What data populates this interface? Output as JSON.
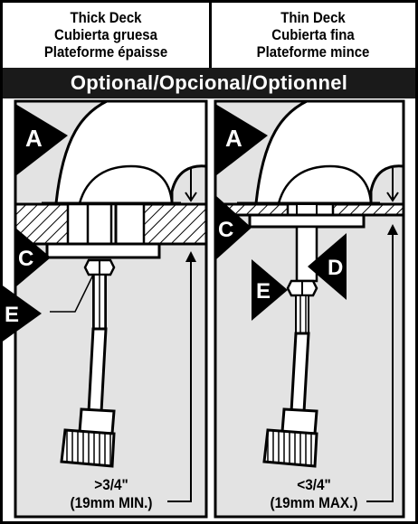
{
  "header": {
    "left": [
      "Thick Deck",
      "Cubierta gruesa",
      "Plateforme épaisse"
    ],
    "right": [
      "Thin Deck",
      "Cubierta fina",
      "Plateforme mince"
    ]
  },
  "band": "Optional/Opcional/Optionnel",
  "left_panel": {
    "labels": {
      "a": "A",
      "c": "C",
      "e": "E"
    },
    "dimension": [
      ">3/4\"",
      "(19mm MIN.)"
    ]
  },
  "right_panel": {
    "labels": {
      "a": "A",
      "c": "C",
      "d": "D",
      "e": "E"
    },
    "dimension": [
      "<3/4\"",
      "(19mm MAX.)"
    ]
  },
  "colors": {
    "panel_bg": "#e3e3e3",
    "ink": "#000000",
    "band_bg": "#1a1a1a"
  }
}
